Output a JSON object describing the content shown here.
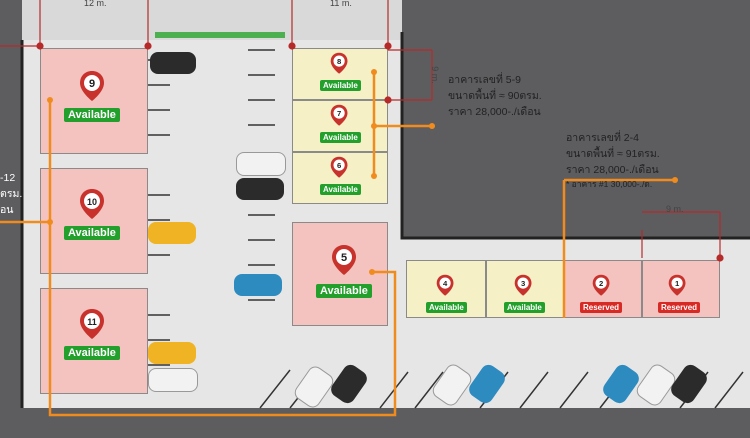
{
  "dimensions": {
    "left_width": "12 m.",
    "right_width": "11 m.",
    "depth": "9 m.",
    "lower_width": "9 m."
  },
  "units": [
    {
      "number": "9",
      "status": "Available"
    },
    {
      "number": "10",
      "status": "Available"
    },
    {
      "number": "11",
      "status": "Available"
    },
    {
      "number": "8",
      "status": "Available"
    },
    {
      "number": "7",
      "status": "Available"
    },
    {
      "number": "6",
      "status": "Available"
    },
    {
      "number": "5",
      "status": "Available"
    },
    {
      "number": "4",
      "status": "Available"
    },
    {
      "number": "3",
      "status": "Available"
    },
    {
      "number": "2",
      "status": "Reserved"
    },
    {
      "number": "1",
      "status": "Reserved"
    }
  ],
  "info_5_9": {
    "line1": "อาคารเลขที่ 5-9",
    "line2": "ขนาดพื้นที่ ≈ 90ตรม.",
    "line3": "ราคา 28,000-./เดือน"
  },
  "info_2_4": {
    "line1": "อาคารเลขที่ 2-4",
    "line2": "ขนาดพื้นที่ ≈ 91ตรม.",
    "line3": "ราคา 28,000-./เดือน",
    "note": "* อาคาร #1 30,000-./ด."
  },
  "info_left": {
    "line1": "-12",
    "line2": "ตรม.",
    "line3": "อน"
  },
  "colors": {
    "available": "#22a02b",
    "reserved": "#d72a25",
    "route": "#f08c1e",
    "marker": "#c8322d"
  }
}
